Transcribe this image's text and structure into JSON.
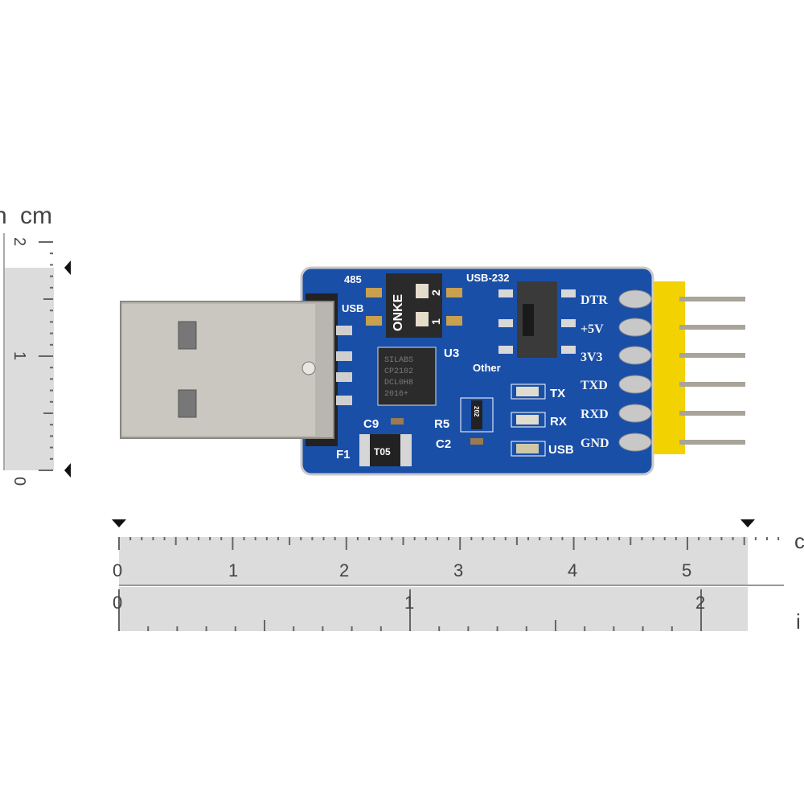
{
  "rulers": {
    "vertical": {
      "unit_label": "cm",
      "cut_unit_label": "n",
      "ticks": [
        "0",
        "1",
        "2"
      ]
    },
    "horizontal_cm": {
      "unit_label_cut": "c",
      "ticks": [
        "0",
        "1",
        "2",
        "3",
        "4",
        "5"
      ]
    },
    "horizontal_in": {
      "unit_label_cut": "i",
      "ticks": [
        "0",
        "1",
        "2"
      ]
    }
  },
  "board": {
    "labels": {
      "mode_485": "485",
      "mode_usb232": "USB-232",
      "usb": "USB",
      "dip_text": "ONKE",
      "dip_1": "1",
      "dip_2": "2",
      "u3": "U3",
      "other": "Other",
      "c9": "C9",
      "r5": "R5",
      "c2": "C2",
      "f1": "F1",
      "fuse": "T05",
      "resistor_array": "202",
      "led_tx": "TX",
      "led_rx": "RX",
      "led_usb": "USB"
    },
    "chip_marking": [
      "SILABS",
      "CP2102",
      "DCL0H8",
      "2016+"
    ],
    "pins": [
      "DTR",
      "+5V",
      "3V3",
      "TXD",
      "RXD",
      "GND"
    ]
  },
  "colors": {
    "pcb": "#1a4fa8",
    "header": "#f2d200",
    "ruler_band": "#dcdcdc"
  }
}
